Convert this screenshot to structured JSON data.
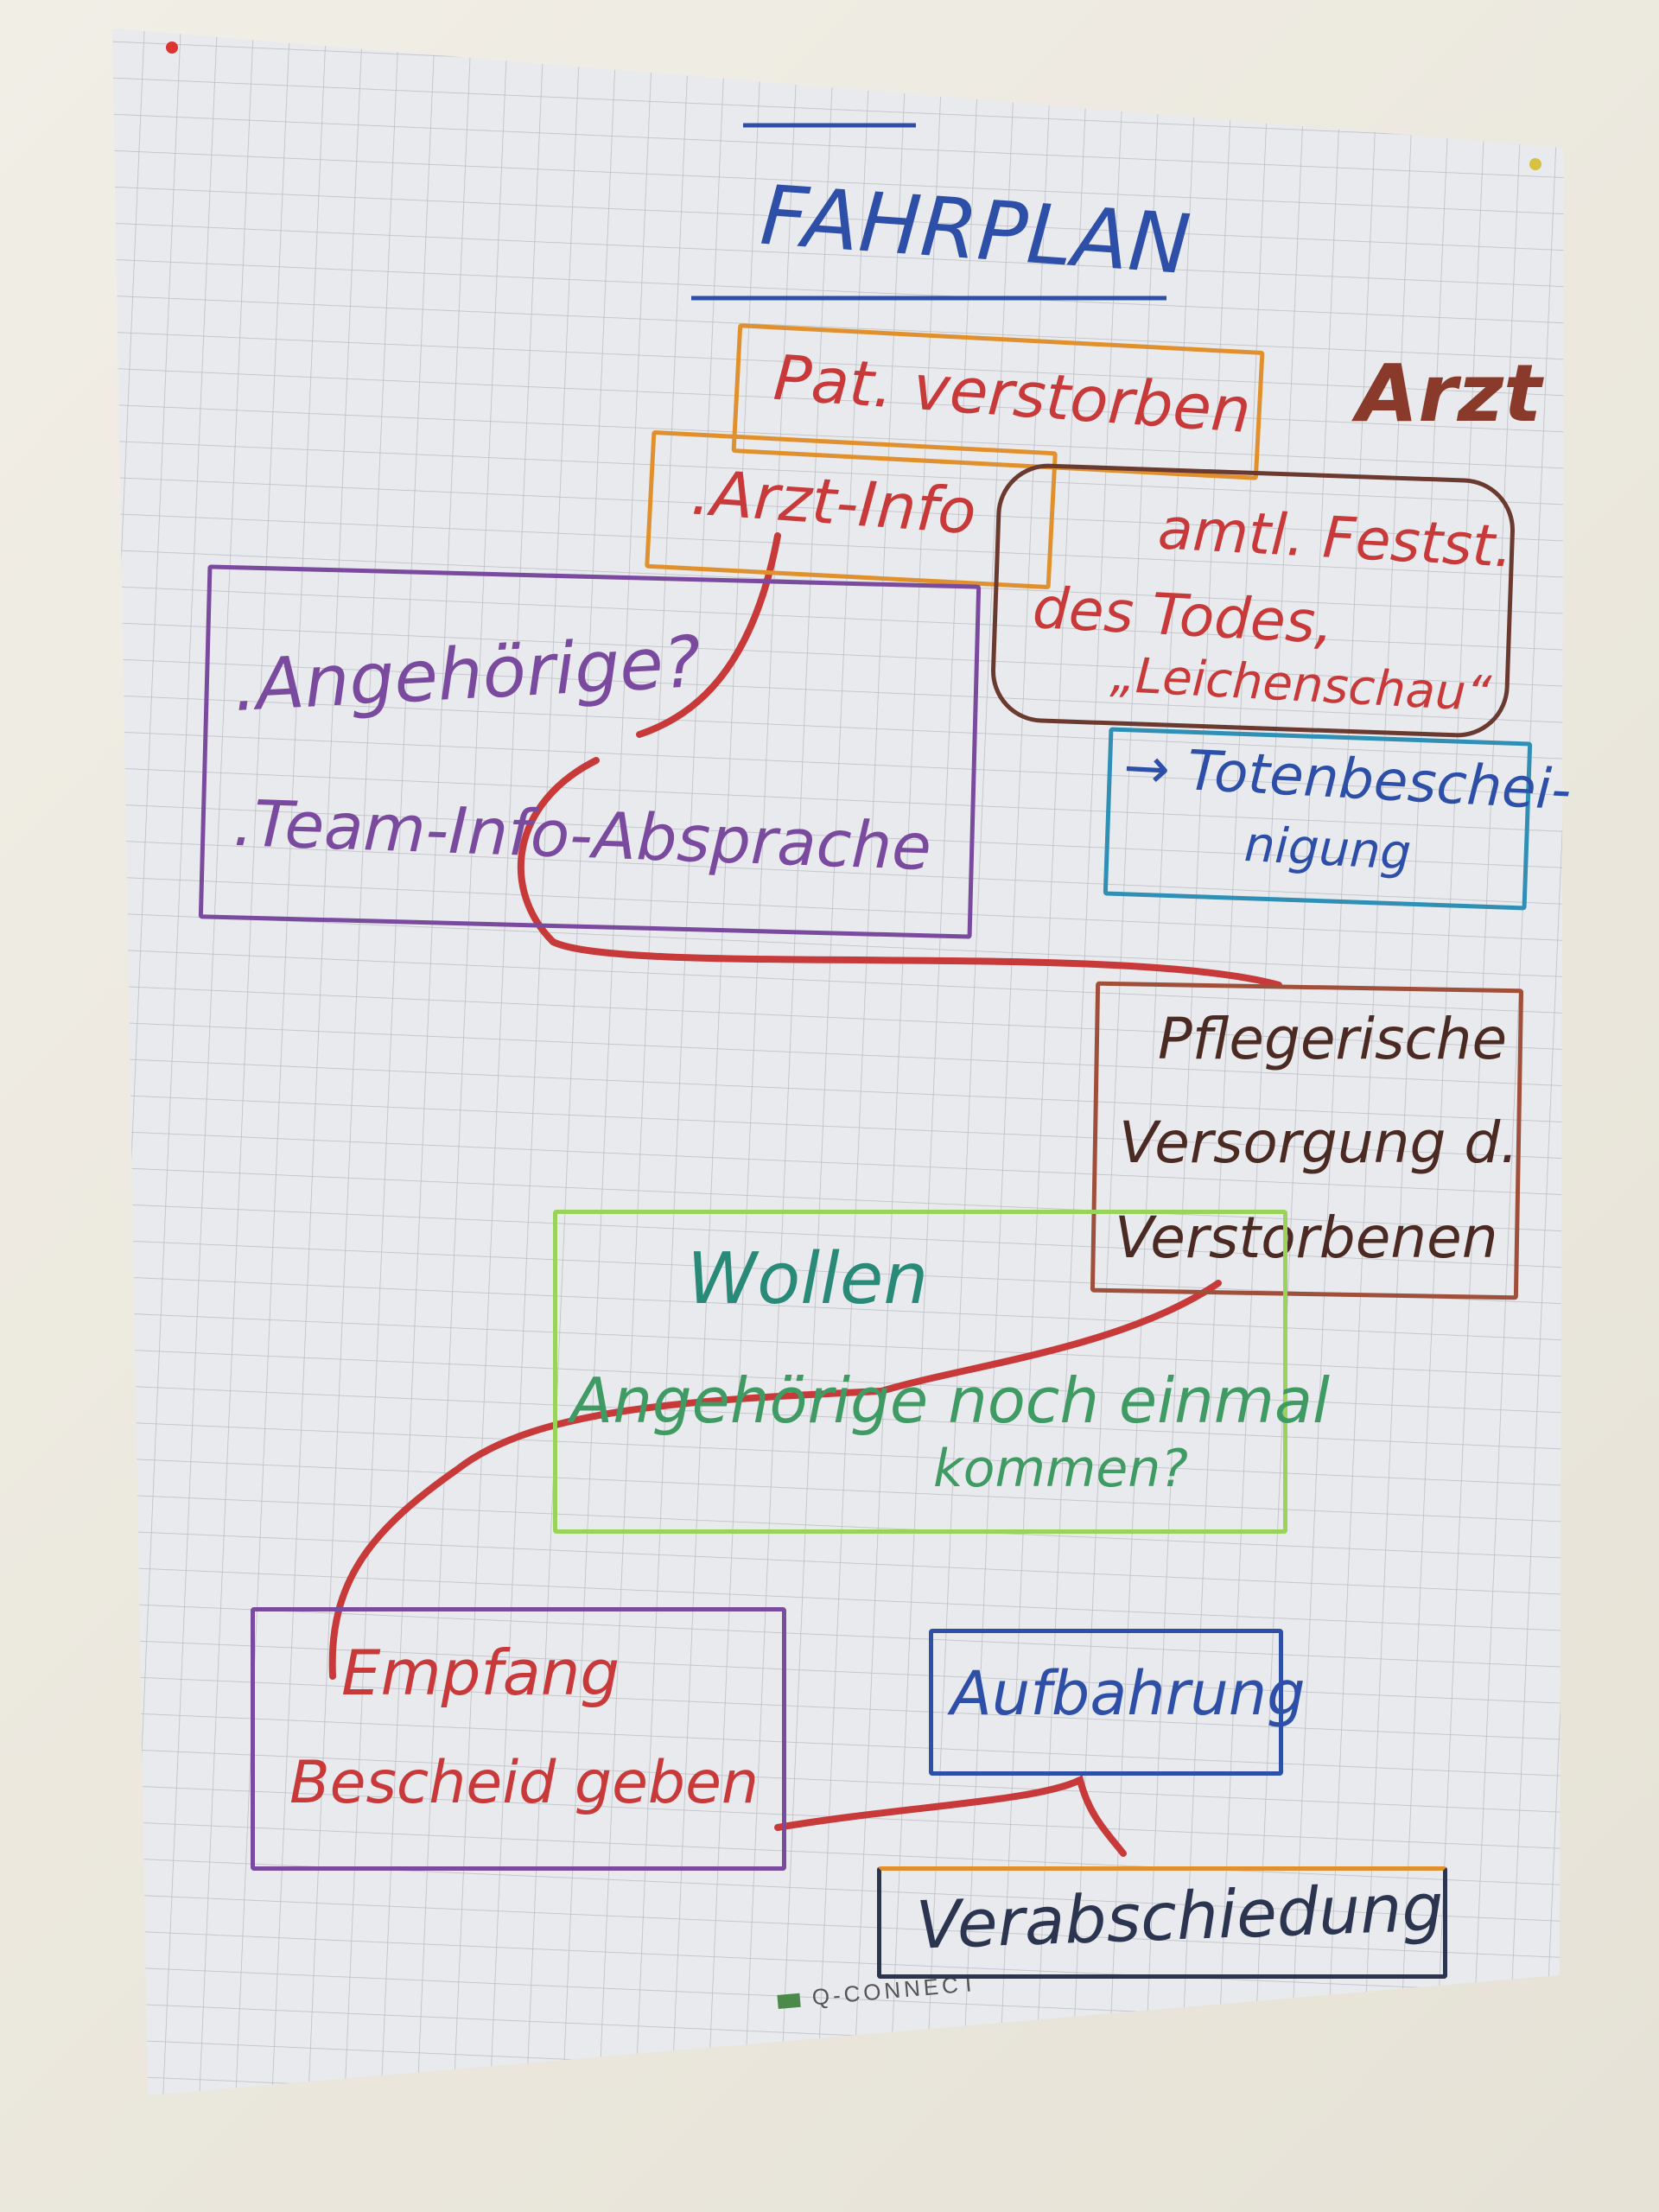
{
  "title": "FAHRPLAN",
  "nodes": {
    "start": "Pat. verstorben",
    "doctor_label": "Arzt",
    "doctor_info": ".Arzt-Info",
    "death_certification": {
      "line1": "amtl. Festst.",
      "line2": "des Todes,",
      "line3": "„Leichenschau“"
    },
    "death_certificate": {
      "line1": "→ Totenbeschei-",
      "line2": "nigung"
    },
    "relatives": ".Angehörige?",
    "team": ".Team-Info-Absprache",
    "care": {
      "line1": "Pflegerische",
      "line2": "Versorgung d.",
      "line3": "Verstorbenen"
    },
    "question": {
      "line1": "Wollen",
      "line2": "Angehörige noch einmal",
      "line3": "kommen?"
    },
    "reception": {
      "line1": "Empfang",
      "line2": "Bescheid geben"
    },
    "laying_out": "Aufbahrung",
    "farewell": "Verabschiedung"
  },
  "brand": "Q-CONNECT",
  "colors": {
    "red": "#c8393a",
    "purple": "#7a4a9e",
    "orange": "#e0912e",
    "blue": "#2e4fa8",
    "teal": "#2f8fb5",
    "green": "#3f9a63",
    "lightgreen": "#9ad35a",
    "brown": "#8a3a2a",
    "navy": "#2b3550"
  }
}
